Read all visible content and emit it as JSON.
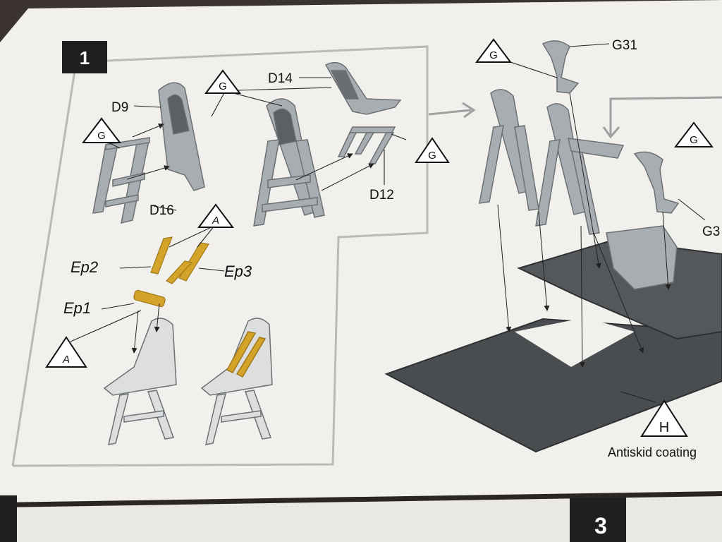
{
  "step": {
    "number": "1",
    "next_step_number": "3"
  },
  "part_labels": {
    "d9": "D9",
    "d14": "D14",
    "d16": "D16",
    "d12": "D12",
    "ep1": "Ep1",
    "ep2": "Ep2",
    "ep3": "Ep3",
    "g31": "G31",
    "g3x": "G3"
  },
  "paint_codes": {
    "g": "G",
    "a": "A",
    "h": "H"
  },
  "notes": {
    "antiskid": "Antiskid coating"
  },
  "colors": {
    "paper": "#f1f0ec",
    "gray_part": "#a8adb1",
    "dark_part": "#4a4d50",
    "yellow_part": "#d4a42a",
    "step_badge": "#1f1f1f"
  }
}
